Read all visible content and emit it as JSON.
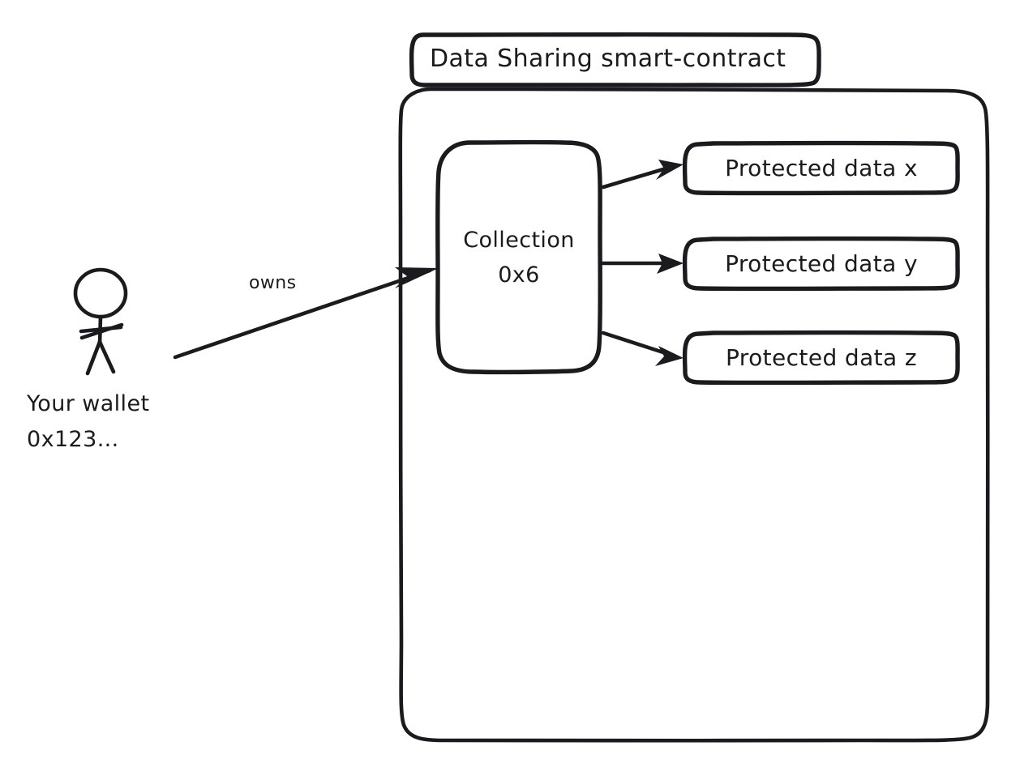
{
  "diagram": {
    "title": "Data Sharing smart-contract",
    "actor": {
      "icon": "stick-figure-person",
      "caption_line1": "Your wallet",
      "caption_line2": "0x123..."
    },
    "relation_label": "owns",
    "collection": {
      "name_line1": "Collection",
      "name_line2": "0x6"
    },
    "protected_data": [
      {
        "label": "Protected data x"
      },
      {
        "label": "Protected data y"
      },
      {
        "label": "Protected data z"
      }
    ],
    "colors": {
      "stroke": "#1b1b1f",
      "background": "#ffffff",
      "panel": "#ffffff"
    }
  }
}
